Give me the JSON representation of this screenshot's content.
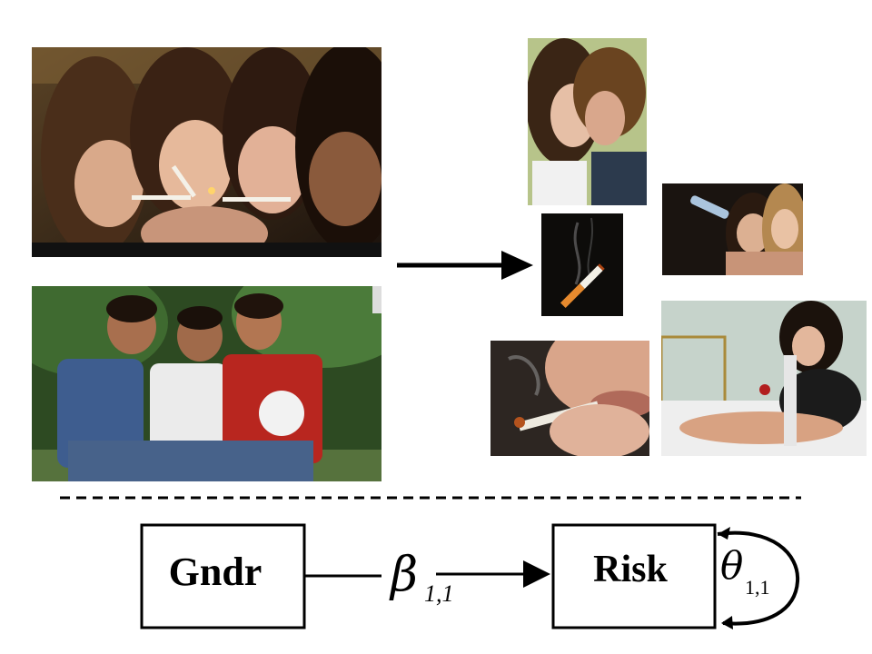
{
  "photos": {
    "top_left": {
      "icon": "group-of-teen-girls-lighting-cigarettes-photo"
    },
    "bottom_left": {
      "icon": "three-teen-boys-with-soccer-ball-photo"
    },
    "couple": {
      "icon": "teen-couple-kissing-photo"
    },
    "cigarette": {
      "icon": "smoking-cigarette-photo"
    },
    "drinking": {
      "icon": "girls-drinking-from-bottle-photo"
    },
    "joint": {
      "icon": "person-smoking-joint-photo"
    },
    "bong": {
      "icon": "woman-using-bong-photo"
    }
  },
  "diagram": {
    "gender_label": "Gndr",
    "risk_label": "Risk",
    "beta_symbol": "β",
    "beta_subscript": "1,1",
    "theta_symbol": "θ",
    "theta_subscript": "1,1"
  },
  "colors": {
    "stroke": "#000000",
    "background": "#ffffff"
  }
}
